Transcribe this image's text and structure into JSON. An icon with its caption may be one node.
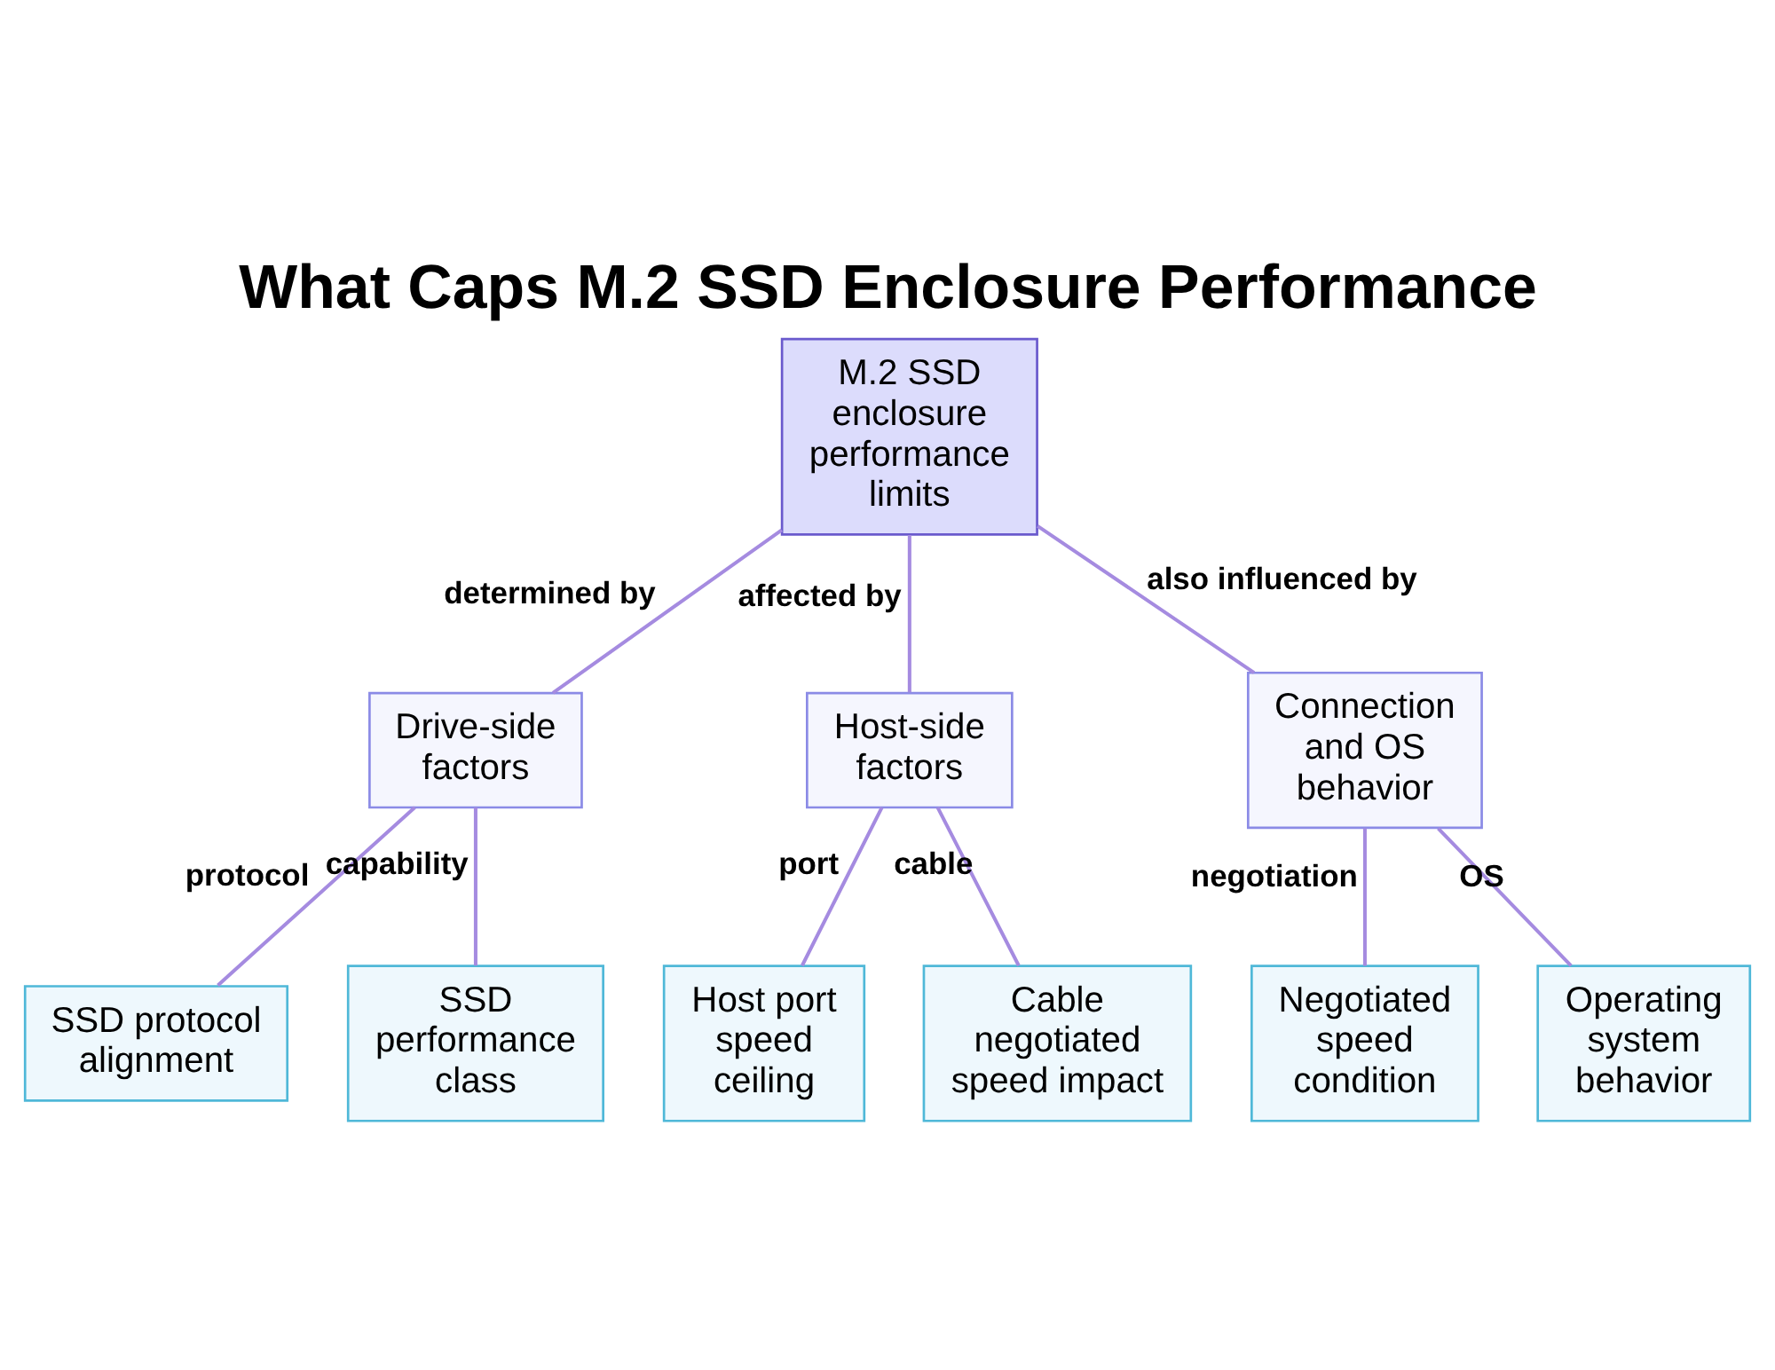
{
  "diagram": {
    "title": "What Caps M.2 SSD Enclosure Performance",
    "nodes": [
      {
        "text": [
          "M.2 SSD enclosure performance limits"
        ]
      },
      {
        "text": [
          "Drive-side factors"
        ]
      },
      {
        "text": [
          "Host-side factors"
        ]
      },
      {
        "text": [
          "Connection and OS behavior"
        ]
      },
      {
        "text": [
          "SSD protocol alignment"
        ]
      },
      {
        "text": [
          "SSD performance class"
        ]
      },
      {
        "text": [
          "Host port speed ceiling"
        ]
      },
      {
        "text": [
          "Cable negotiated speed impact"
        ]
      },
      {
        "text": [
          "Negotiated speed condition"
        ]
      },
      {
        "text": [
          "Operating system behavior"
        ]
      }
    ],
    "edges": [
      {
        "from": 0,
        "to": 1,
        "arrow": "none",
        "label": "determined by"
      },
      {
        "from": 0,
        "to": 2,
        "arrow": "none",
        "label": "affected by"
      },
      {
        "from": 0,
        "to": 3,
        "arrow": "none",
        "label": "also influenced by"
      },
      {
        "from": 1,
        "to": 4,
        "arrow": "none",
        "label": "protocol"
      },
      {
        "from": 1,
        "to": 5,
        "arrow": "none",
        "label": "capability"
      },
      {
        "from": 2,
        "to": 6,
        "arrow": "none",
        "label": "port"
      },
      {
        "from": 2,
        "to": 7,
        "arrow": "none",
        "label": "cable"
      },
      {
        "from": 3,
        "to": 8,
        "arrow": "none",
        "label": "negotiation"
      },
      {
        "from": 3,
        "to": 9,
        "arrow": "none",
        "label": "OS"
      }
    ]
  }
}
